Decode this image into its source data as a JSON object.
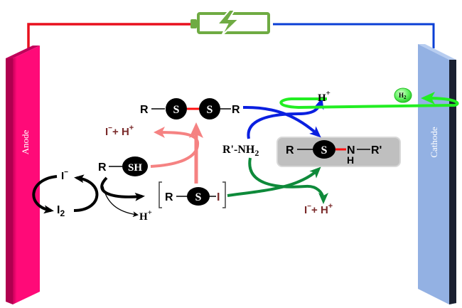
{
  "electrodes": {
    "anode": {
      "label": "Anode",
      "color": "#ff0a78"
    },
    "cathode": {
      "label": "Cathode",
      "color": "#93b1e3"
    }
  },
  "circuit": {
    "power_source_icon": "battery-charging-icon",
    "anode_wire_color": "#e8101e",
    "cathode_wire_color": "#0a3fd6",
    "battery_color": "#6fab43"
  },
  "species": {
    "disulfide": {
      "r_left": "R",
      "s1": "S",
      "s2": "S",
      "r_right": "R"
    },
    "thiol": {
      "r": "R",
      "sh": "SH"
    },
    "sulfenyl_iodide": {
      "r": "R",
      "s": "S",
      "i": "I"
    },
    "amine": {
      "label": "R'-NH",
      "subscript": "2"
    },
    "sulfenamide": {
      "r": "R",
      "s": "S",
      "n": "N",
      "h": "H",
      "r_prime": "R'"
    },
    "iodide": {
      "label": "I",
      "superscript": "−"
    },
    "iodine": {
      "label": "I",
      "subscript": "2"
    },
    "hydrogen": {
      "label": "H",
      "subscript": "2"
    }
  },
  "byproducts": {
    "upper_left": {
      "i": "I",
      "i_sup": "−",
      "plus": "+ H",
      "h_sup": "+"
    },
    "lower_right": {
      "i": "I",
      "i_sup": "−",
      "plus": "+ H",
      "h_sup": "+"
    },
    "proton_thiol": {
      "h": "H",
      "sup": "+"
    },
    "proton_cathode": {
      "h": "H",
      "sup": "+"
    }
  },
  "colors": {
    "pink_arrow": "#f58282",
    "blue_arrow": "#0a1fe0",
    "green_arrow": "#0e8a3a",
    "lime_arrow": "#22ee22",
    "dark_red_text": "#7a2a2a",
    "bond_red": "#ff1010"
  }
}
